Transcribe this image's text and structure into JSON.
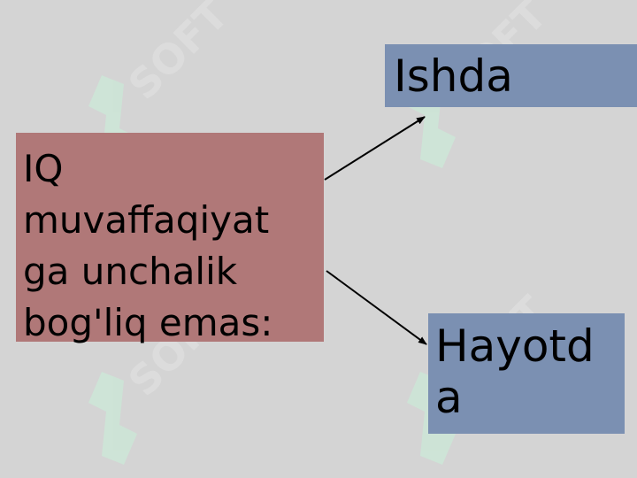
{
  "diagram": {
    "source": {
      "label": "IQ\nmuvaffaqiyat\nga unchalik\nbog'liq emas:"
    },
    "targets": [
      {
        "label": "Ishda"
      },
      {
        "label": "Hayotda"
      }
    ]
  },
  "watermark": {
    "text": "SOFT"
  },
  "colors": {
    "background": "#d4d4d4",
    "source_fill": "#b07878",
    "target_fill": "#7b90b2",
    "arrow": "#000000",
    "watermark": "#c8f0d8"
  }
}
